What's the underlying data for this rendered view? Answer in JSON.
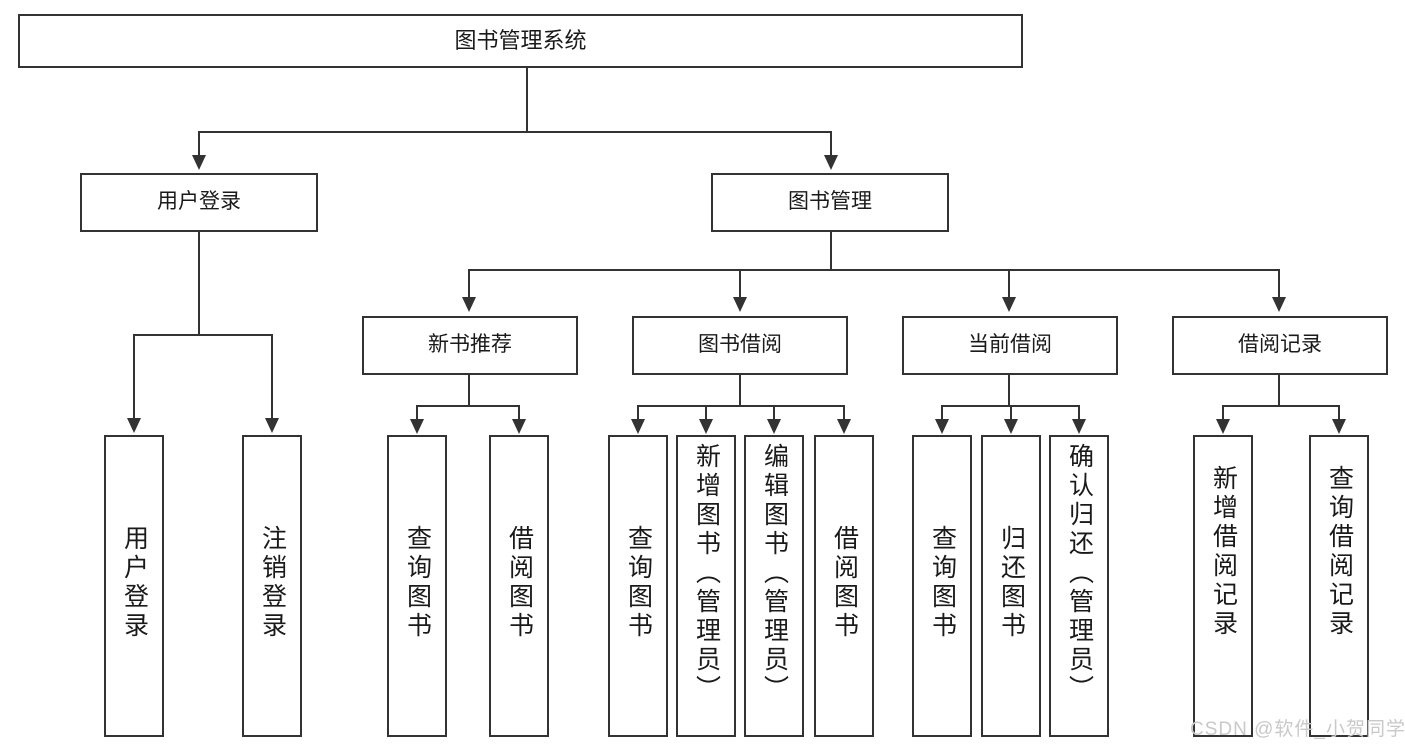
{
  "diagram": {
    "type": "tree-hierarchy",
    "title": "图书管理系统",
    "root": {
      "label": "图书管理系统"
    },
    "level1": [
      {
        "label": "用户登录"
      },
      {
        "label": "图书管理"
      }
    ],
    "level2": [
      {
        "label": "新书推荐"
      },
      {
        "label": "图书借阅"
      },
      {
        "label": "当前借阅"
      },
      {
        "label": "借阅记录"
      }
    ],
    "leaves": {
      "user_login": [
        {
          "label": "用户登录"
        },
        {
          "label": "注销登录"
        }
      ],
      "new_book_recommend": [
        {
          "label": "查询图书"
        },
        {
          "label": "借阅图书"
        }
      ],
      "book_borrow": [
        {
          "label": "查询图书"
        },
        {
          "label": "新增图书（管理员）"
        },
        {
          "label": "编辑图书（管理员）"
        },
        {
          "label": "借阅图书"
        }
      ],
      "current_borrow": [
        {
          "label": "查询图书"
        },
        {
          "label": "归还图书"
        },
        {
          "label": "确认归还（管理员）"
        }
      ],
      "borrow_record": [
        {
          "label": "新增借阅记录"
        },
        {
          "label": "查询借阅记录"
        }
      ]
    }
  },
  "watermark": {
    "text": "CSDN @软件_小贺同学"
  },
  "colors": {
    "stroke": "#333333",
    "fill": "#ffffff",
    "text": "#1a1a1a",
    "watermark": "#c9c9c9"
  }
}
